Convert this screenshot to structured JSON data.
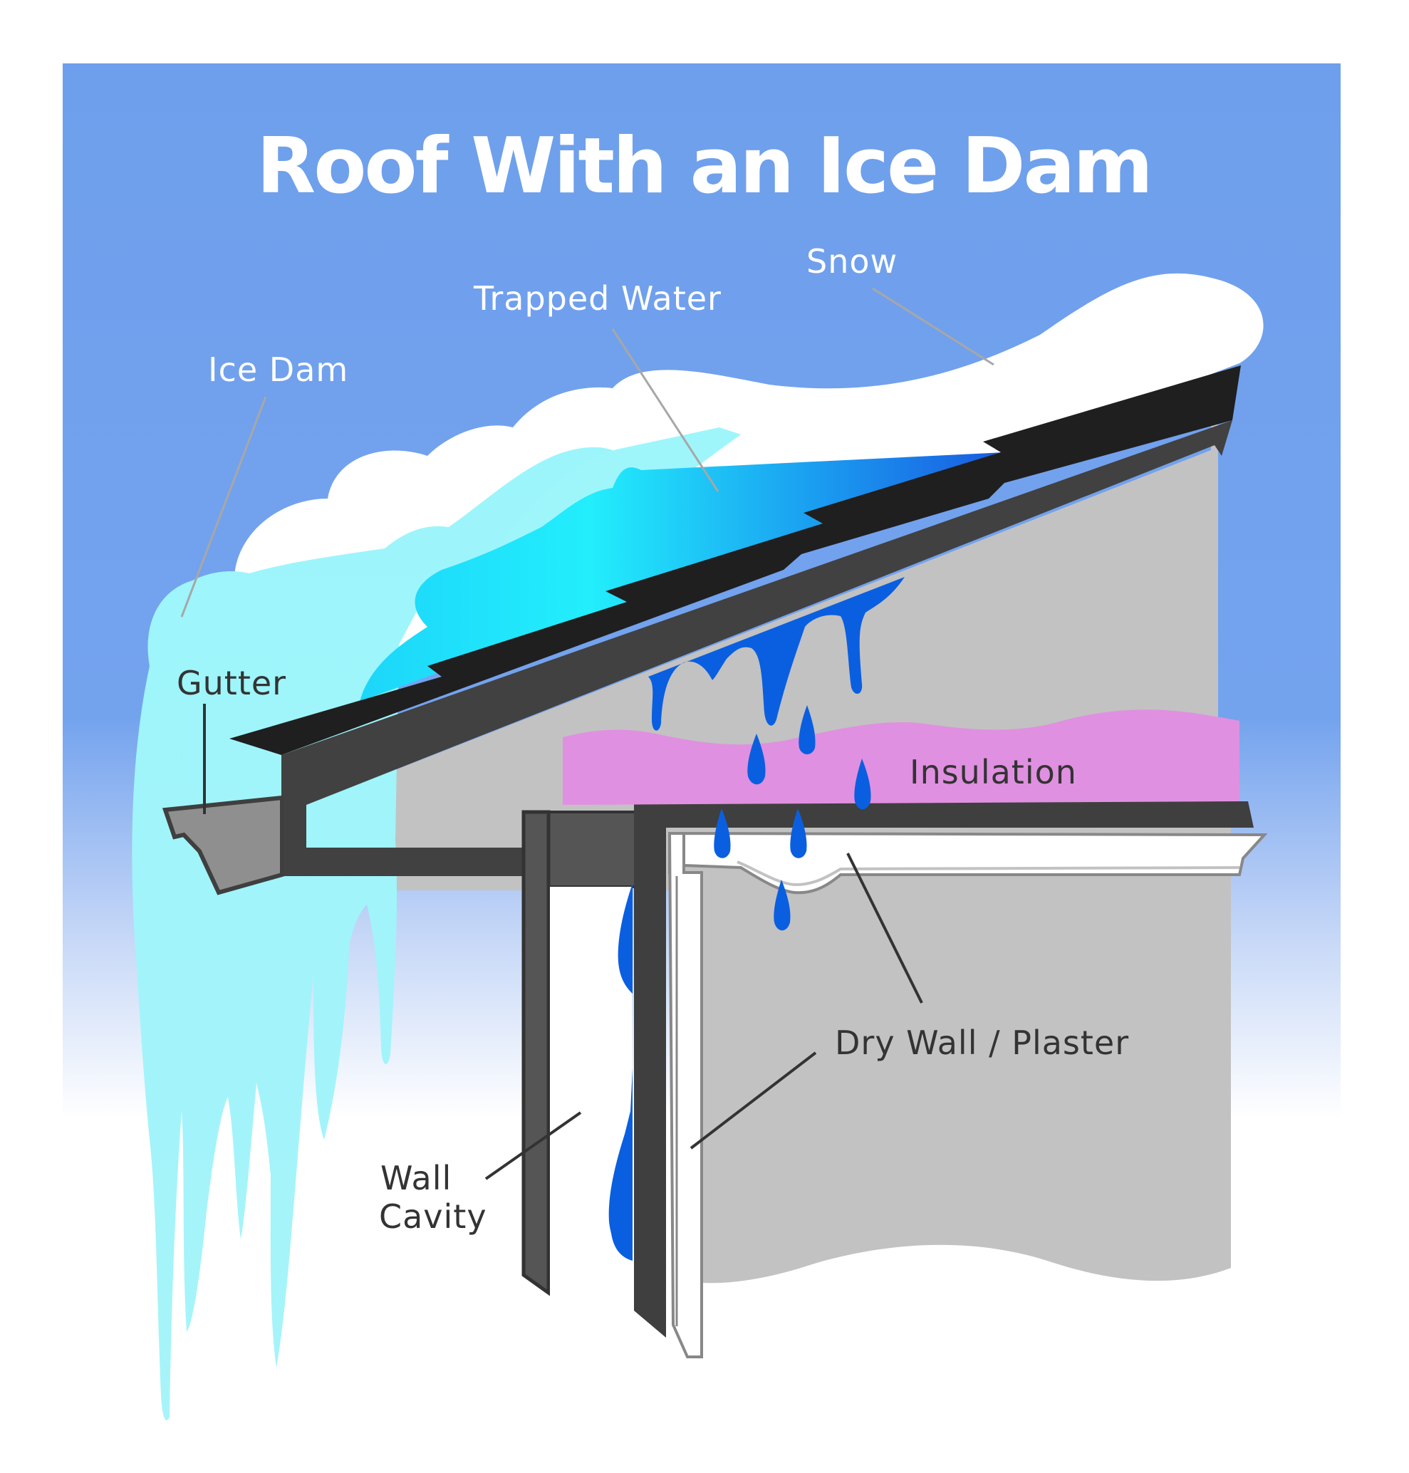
{
  "title": "Roof With an Ice Dam",
  "labels": {
    "snow": "Snow",
    "trapped_water": "Trapped Water",
    "ice_dam": "Ice Dam",
    "gutter": "Gutter",
    "insulation": "Insulation",
    "dry_wall_plaster": "Dry Wall / Plaster",
    "wall_cavity_line1": "Wall",
    "wall_cavity_line2": "Cavity"
  },
  "colors": {
    "sky_top": "#6e9fec",
    "sky_bottom": "#ffffff",
    "snow": "#ffffff",
    "ice": "#9df6fb",
    "trapped_water_light": "#22eefc",
    "trapped_water_dark": "#1a5fe0",
    "leak_water": "#0a5fe0",
    "roof_top": "#1f1f1f",
    "roof_face": "#414141",
    "wall_gray": "#c2c2c2",
    "insulation": "#e090e0",
    "structure_dark": "#3f3f3f",
    "gutter": "#8f8f8f"
  }
}
